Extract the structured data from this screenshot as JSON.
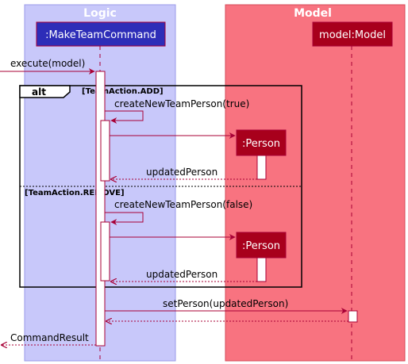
{
  "colors": {
    "logic_lane_bg": "#c8c8fa",
    "logic_lane_border": "#9a9ae8",
    "model_lane_bg": "#f87380",
    "model_lane_border": "#d44a58",
    "make_team_command_fill": "#2d2db8",
    "model_part_fill": "#a8001c",
    "message_line": "#a80036",
    "fragment_border": "#000000"
  },
  "lanes": {
    "logic": "Logic",
    "model": "Model"
  },
  "participants": {
    "make_team_command": ":MakeTeamCommand",
    "model_model": "model:Model",
    "person_add": ":Person",
    "person_remove": ":Person"
  },
  "fragment": {
    "operator": "alt",
    "guard_add": "[TeamAction.ADD]",
    "guard_remove": "[TeamAction.REMOVE]"
  },
  "messages": {
    "execute": "execute(model)",
    "create_add": "createNewTeamPerson(true)",
    "return_add": "updatedPerson",
    "create_remove": "createNewTeamPerson(false)",
    "return_remove": "updatedPerson",
    "set_person": "setPerson(updatedPerson)",
    "command_result": "CommandResult"
  }
}
